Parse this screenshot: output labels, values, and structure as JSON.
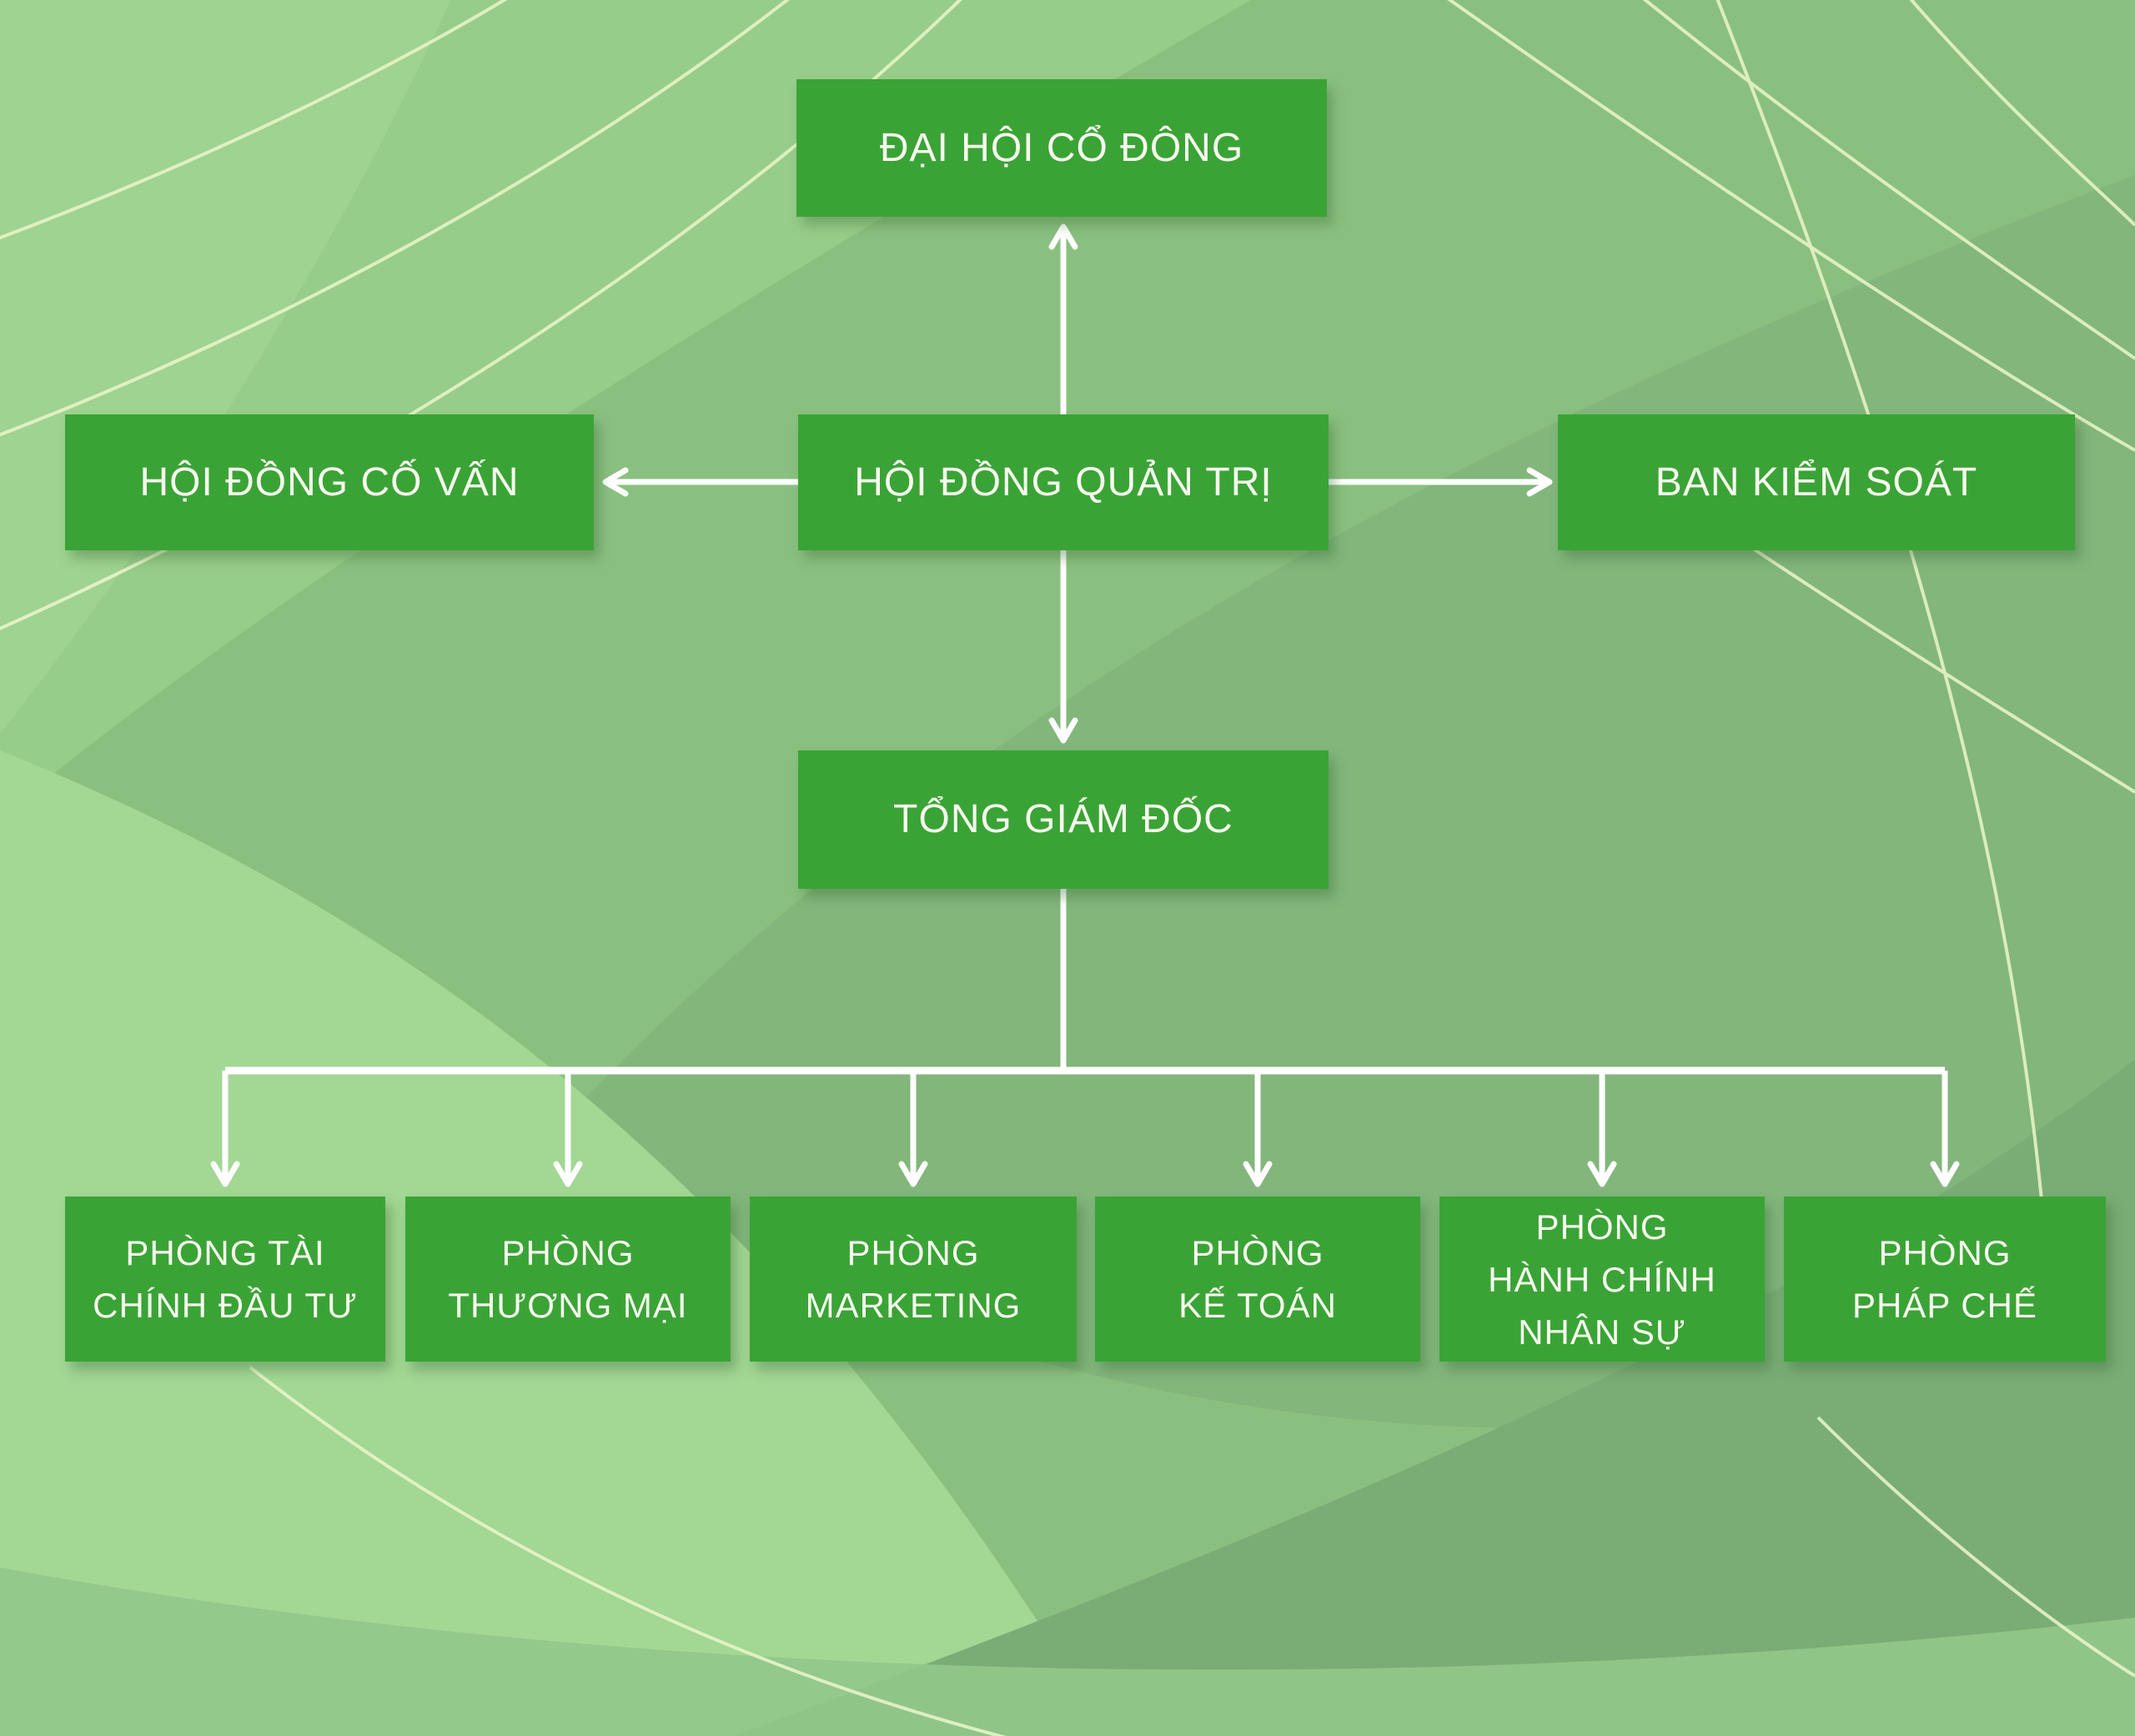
{
  "diagram": {
    "type": "org-chart",
    "nodes": [
      {
        "id": "dai-hoi-co-dong",
        "label": "ĐẠI HỘI CỔ ĐÔNG",
        "level": 1
      },
      {
        "id": "hoi-dong-co-van",
        "label": "HỘI ĐỒNG CỐ VẤN",
        "level": 2
      },
      {
        "id": "hoi-dong-quan-tri",
        "label": "HỘI ĐỒNG QUẢN TRỊ",
        "level": 2
      },
      {
        "id": "ban-kiem-soat",
        "label": "BAN KIỂM SOÁT",
        "level": 2
      },
      {
        "id": "tong-giam-doc",
        "label": "TỔNG GIÁM ĐỐC",
        "level": 3
      },
      {
        "id": "phong-tai-chinh-dau-tu",
        "label": "PHÒNG TÀI\nCHÍNH ĐẦU TƯ",
        "level": 4
      },
      {
        "id": "phong-thuong-mai",
        "label": "PHÒNG\nTHƯƠNG MẠI",
        "level": 4
      },
      {
        "id": "phong-marketing",
        "label": "PHÒNG\nMARKETING",
        "level": 4
      },
      {
        "id": "phong-ke-toan",
        "label": "PHÒNG\nKẾ TOÁN",
        "level": 4
      },
      {
        "id": "phong-hanh-chinh-nhan-su",
        "label": "PHÒNG\nHÀNH CHÍNH\nNHÂN SỰ",
        "level": 4
      },
      {
        "id": "phong-phap-che",
        "label": "PHÒNG\nPHÁP CHẾ",
        "level": 4
      }
    ],
    "edges": [
      {
        "from": "hoi-dong-quan-tri",
        "to": "dai-hoi-co-dong",
        "arrow": "up"
      },
      {
        "from": "hoi-dong-quan-tri",
        "to": "hoi-dong-co-van",
        "arrow": "left"
      },
      {
        "from": "hoi-dong-quan-tri",
        "to": "ban-kiem-soat",
        "arrow": "right"
      },
      {
        "from": "hoi-dong-quan-tri",
        "to": "tong-giam-doc",
        "arrow": "down"
      },
      {
        "from": "tong-giam-doc",
        "to": "phong-tai-chinh-dau-tu",
        "arrow": "down"
      },
      {
        "from": "tong-giam-doc",
        "to": "phong-thuong-mai",
        "arrow": "down"
      },
      {
        "from": "tong-giam-doc",
        "to": "phong-marketing",
        "arrow": "down"
      },
      {
        "from": "tong-giam-doc",
        "to": "phong-ke-toan",
        "arrow": "down"
      },
      {
        "from": "tong-giam-doc",
        "to": "phong-hanh-chinh-nhan-su",
        "arrow": "down"
      },
      {
        "from": "tong-giam-doc",
        "to": "phong-phap-che",
        "arrow": "down"
      }
    ]
  },
  "colors": {
    "node_fill": "#3aa336",
    "node_text": "#f7faee",
    "connector": "#ffffff",
    "background_base": "#8ac07f",
    "background_light": "#a2d794",
    "background_dark": "#79ad75",
    "background_line": "#ecf6c9"
  }
}
